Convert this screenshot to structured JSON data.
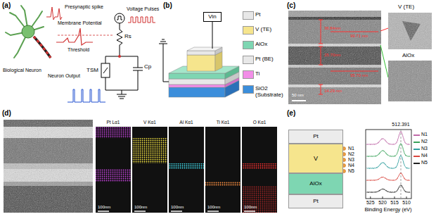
{
  "diagram": {
    "nodes": [
      {
        "text": [
          "Vin"
        ]
      },
      {
        "text": [
          "Pt"
        ]
      },
      {
        "text": [
          "V"
        ]
      },
      {
        "text": [
          "AlOx"
        ]
      },
      {
        "text": [
          "Pt"
        ]
      }
    ],
    "labels": [
      "(a)",
      "Presynaptic spike",
      "Membrane Potential",
      "Threshold",
      "Voltage Pulses",
      "Rs",
      "Biological Neuron",
      "Neuron Output",
      "TSM",
      "Cp",
      "(b)",
      "(c)",
      "V (TE)",
      "AlOx",
      "36.84nm",
      "99.71 nm",
      "25.70nm",
      "95.70 nm",
      "14.29 nm",
      "50 nm",
      "(d)",
      "Pt Lα1",
      "V Kα1",
      "Al Kα1",
      "Ti Kα1",
      "O Kα1",
      "100nm",
      "100nm",
      "100nm",
      "100nm",
      "100nm",
      "(e)",
      "N1",
      "N2",
      "N3",
      "N4",
      "N5",
      "512.391",
      "525",
      "520",
      "515",
      "510",
      "Binding Energy (eV)"
    ],
    "legend": [
      {
        "text": "Pt",
        "color": "#e8e8e8"
      },
      {
        "text": "V (TE)",
        "color": "#f6e58d"
      },
      {
        "text": "AlOx",
        "color": "#7ed6b2"
      },
      {
        "text": "Pt (BE)",
        "color": "#e8e8e8"
      },
      {
        "text": "Ti",
        "color": "#f28ee8"
      },
      {
        "text": "SiO2 (Substrate)",
        "color": "#3b8edb"
      },
      {
        "text": "N1",
        "color": "#c06aa8"
      },
      {
        "text": "N2",
        "color": "#3aa35a"
      },
      {
        "text": "N3",
        "color": "#2f9e9e"
      },
      {
        "text": "N4",
        "color": "#d9473f"
      },
      {
        "text": "N5",
        "color": "#222222"
      }
    ]
  }
}
